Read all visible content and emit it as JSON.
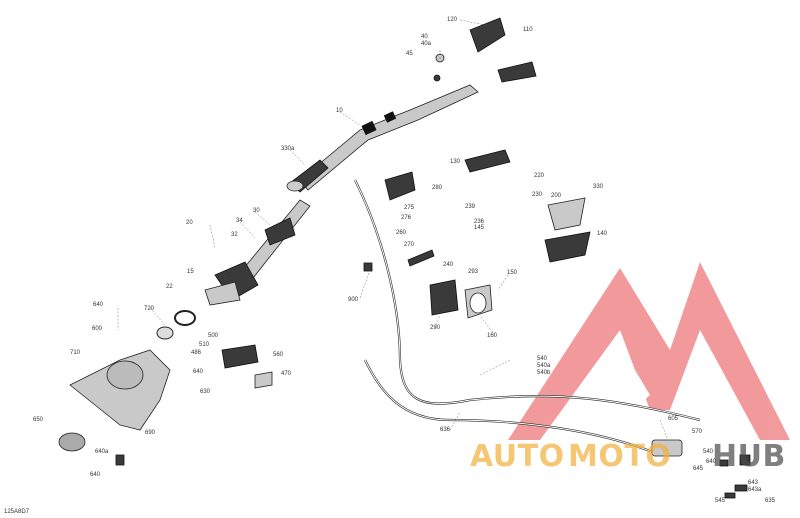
{
  "diagram": {
    "doc_code": "125A8D7",
    "parts": [
      {
        "id": "p120",
        "label": "120"
      },
      {
        "id": "p110",
        "label": "110"
      },
      {
        "id": "p40",
        "label": "40"
      },
      {
        "id": "p40a",
        "label": "40a"
      },
      {
        "id": "p45",
        "label": "45"
      },
      {
        "id": "p10",
        "label": "10"
      },
      {
        "id": "p330a",
        "label": "330a"
      },
      {
        "id": "p130",
        "label": "130"
      },
      {
        "id": "p220",
        "label": "220"
      },
      {
        "id": "p230",
        "label": "230"
      },
      {
        "id": "p200",
        "label": "200"
      },
      {
        "id": "p330",
        "label": "330"
      },
      {
        "id": "p280",
        "label": "280"
      },
      {
        "id": "p275",
        "label": "275"
      },
      {
        "id": "p276",
        "label": "276"
      },
      {
        "id": "p239",
        "label": "239"
      },
      {
        "id": "p236",
        "label": "236"
      },
      {
        "id": "p145",
        "label": "145"
      },
      {
        "id": "p140",
        "label": "140"
      },
      {
        "id": "p260",
        "label": "260"
      },
      {
        "id": "p270",
        "label": "270"
      },
      {
        "id": "p240",
        "label": "240"
      },
      {
        "id": "p293",
        "label": "293"
      },
      {
        "id": "p20",
        "label": "20"
      },
      {
        "id": "p34",
        "label": "34"
      },
      {
        "id": "p30",
        "label": "30"
      },
      {
        "id": "p32",
        "label": "32"
      },
      {
        "id": "p15",
        "label": "15"
      },
      {
        "id": "p900",
        "label": "900"
      },
      {
        "id": "p290",
        "label": "290"
      },
      {
        "id": "p150",
        "label": "150"
      },
      {
        "id": "p160",
        "label": "160"
      },
      {
        "id": "p640",
        "label": "640"
      },
      {
        "id": "p720",
        "label": "720"
      },
      {
        "id": "p22",
        "label": "22"
      },
      {
        "id": "p600",
        "label": "600"
      },
      {
        "id": "p500",
        "label": "500"
      },
      {
        "id": "p510",
        "label": "510"
      },
      {
        "id": "p486",
        "label": "486"
      },
      {
        "id": "p560",
        "label": "560"
      },
      {
        "id": "p710",
        "label": "710"
      },
      {
        "id": "p540",
        "label": "540"
      },
      {
        "id": "p540a",
        "label": "540a"
      },
      {
        "id": "p540b",
        "label": "540b"
      },
      {
        "id": "p640b",
        "label": "640"
      },
      {
        "id": "p470",
        "label": "470"
      },
      {
        "id": "p630",
        "label": "630"
      },
      {
        "id": "p650",
        "label": "650"
      },
      {
        "id": "p690",
        "label": "690"
      },
      {
        "id": "p640a",
        "label": "640a"
      },
      {
        "id": "p640c",
        "label": "640"
      },
      {
        "id": "p605",
        "label": "605"
      },
      {
        "id": "p570",
        "label": "570"
      },
      {
        "id": "p636",
        "label": "636"
      },
      {
        "id": "p540c",
        "label": "540"
      },
      {
        "id": "p640d",
        "label": "640"
      },
      {
        "id": "p645",
        "label": "645"
      },
      {
        "id": "p643",
        "label": "643"
      },
      {
        "id": "p643a",
        "label": "643a"
      },
      {
        "id": "p545",
        "label": "545"
      },
      {
        "id": "p635",
        "label": "635"
      }
    ]
  },
  "watermark": {
    "text_part1": "AUTO",
    "text_part2": "MOTO",
    "text_part3": "HUB",
    "color_red": "#e8484a",
    "color_gold": "#f2b03c",
    "color_gray": "#4a4a4a"
  }
}
